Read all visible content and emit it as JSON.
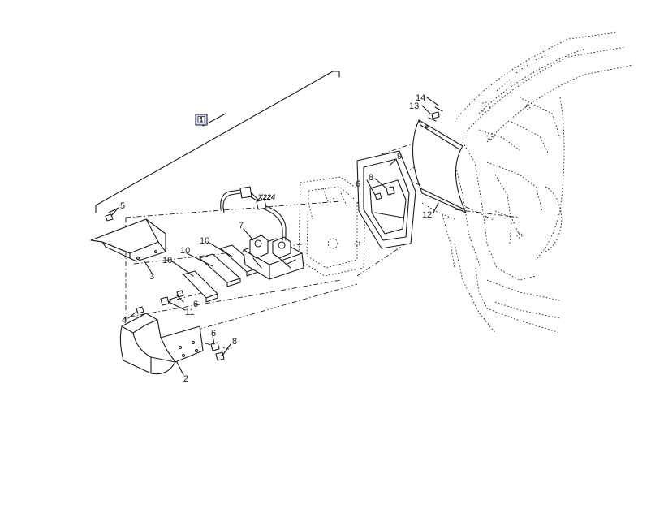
{
  "group_marker": "1",
  "callouts": {
    "c2": "2",
    "c3": "3",
    "c4": "4",
    "c5": "5",
    "c6a": "6",
    "c6b": "6",
    "c6c": "6",
    "c7": "7",
    "c8a": "8",
    "c8b": "8",
    "c9": "9",
    "c10a": "10",
    "c10b": "10",
    "c10c": "10",
    "c11": "11",
    "c12": "12",
    "c13": "13",
    "c14": "14"
  },
  "connector_label": "X224"
}
